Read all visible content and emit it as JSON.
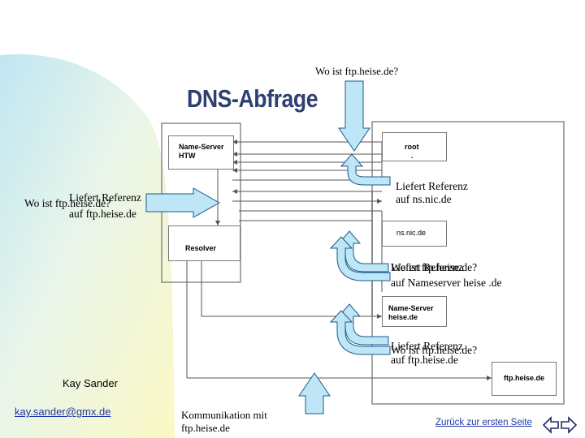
{
  "title": "DNS-Abfrage",
  "question_top": "Wo ist ftp.heise.de?",
  "left_overlap": {
    "question": "Wo ist ftp.heise.de?",
    "referral_line1": "Liefert Referenz",
    "referral_line2": "auf ftp.heise.de"
  },
  "boxes": {
    "name_server_htw": "Name-Server\nHTW",
    "resolver": "Resolver",
    "root": "root",
    "root_dot": ".",
    "nic": "ns.nic.de",
    "ns_heise": "Name-Server\nheise.de",
    "ftp_heise": "ftp.heise.de"
  },
  "annotations": {
    "root_referral_line1": "Liefert Referenz",
    "root_referral_line2": "auf ns.nic.de",
    "nic_overlap_a": "Liefert Referenz",
    "nic_overlap_b": "Wo ist ftp.heise.de?",
    "nic_line2": "auf Nameserver heise .de",
    "heise_overlap_a": "Liefert Referenz",
    "heise_overlap_b": "Wo ist ftp.heise.de?",
    "heise_line2": "auf ftp.heise.de"
  },
  "footer": {
    "author": "Kay Sander",
    "email": "kay.sander@gmx.de",
    "communication": "Kommunikation mit\nftp.heise.de",
    "back_link": "Zurück zur ersten Seite"
  },
  "colors": {
    "title": "#2e3f73",
    "arrow_fill": "#bfe6f6",
    "arrow_stroke": "#1a5a8a",
    "link": "#1f38a8",
    "wedge": "#fbf7c8"
  },
  "icons": [
    "arrow-left-icon",
    "arrow-right-icon"
  ]
}
